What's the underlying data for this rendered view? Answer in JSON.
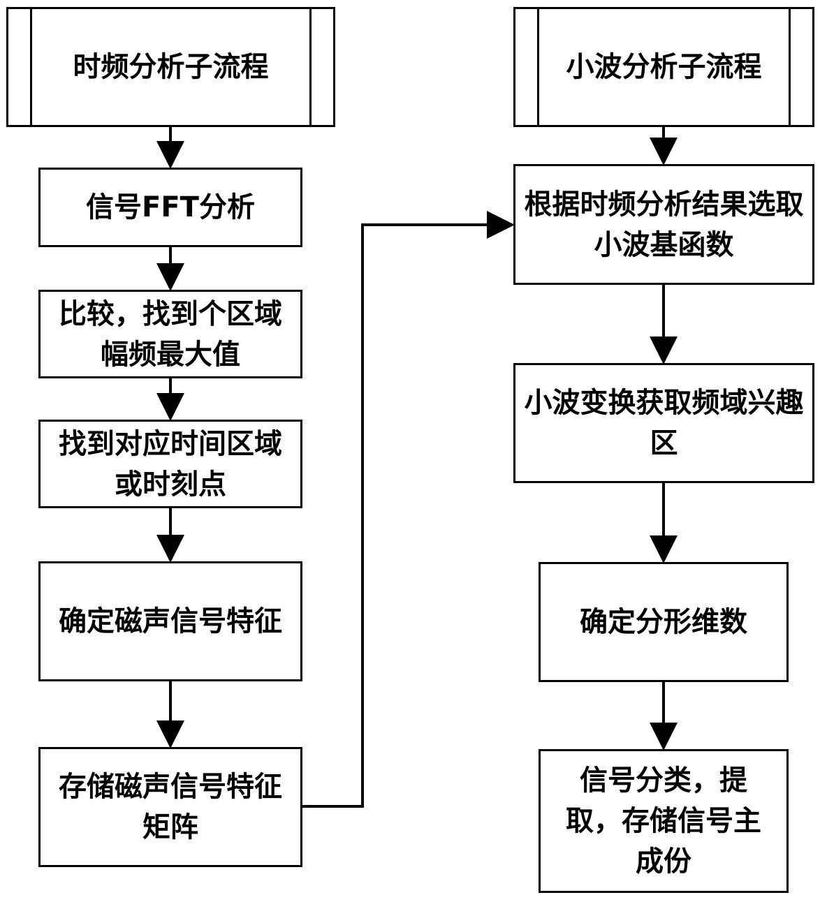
{
  "left_column": {
    "start": "时频分析子流程",
    "steps": [
      "信号FFT分析",
      "比较，找到个区域幅频最大值",
      "找到对应时间区域或时刻点",
      "确定磁声信号特征",
      "存储磁声信号特征矩阵"
    ]
  },
  "right_column": {
    "start": "小波分析子流程",
    "steps": [
      "根据时频分析结果选取小波基函数",
      "小波变换获取频域兴趣区",
      "确定分形维数",
      "信号分类，提取，存储信号主成份"
    ]
  }
}
